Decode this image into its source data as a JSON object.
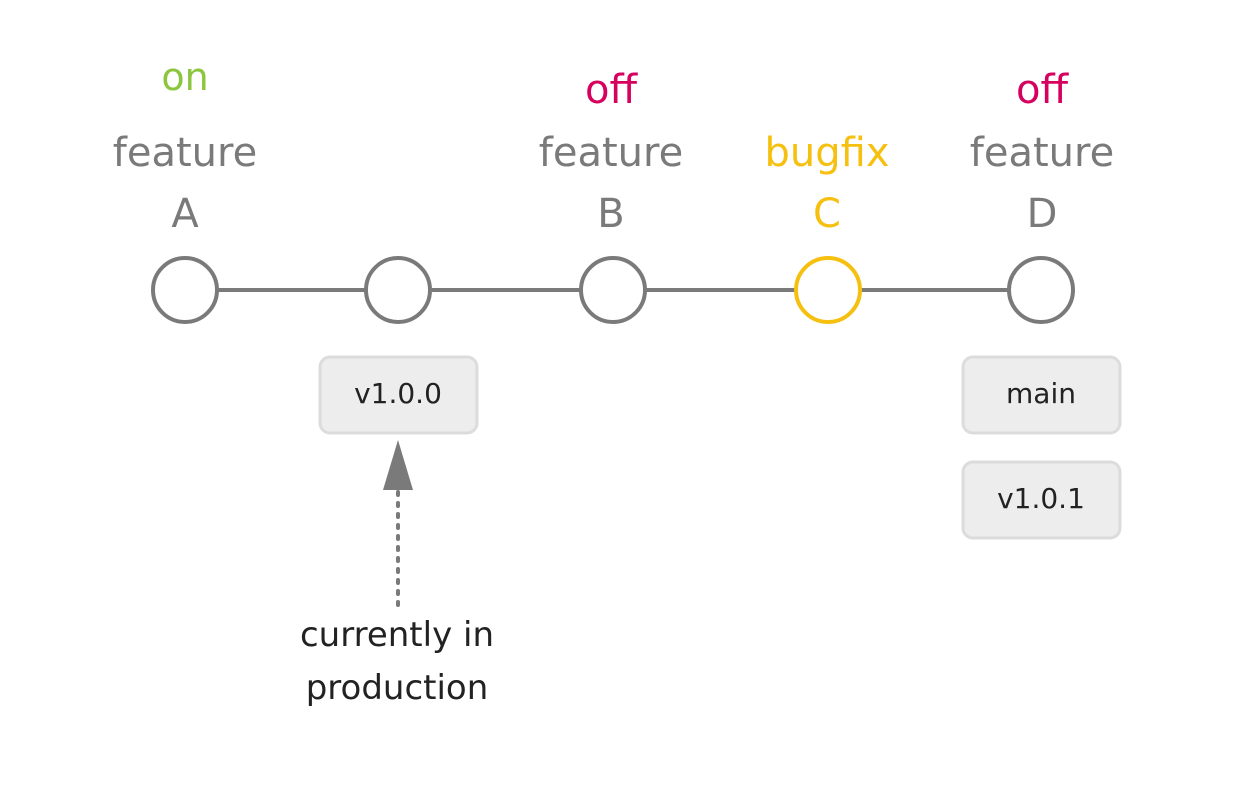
{
  "colors": {
    "status_on": "#8cc63f",
    "status_off": "#d6005f",
    "bugfix": "#f5c010",
    "neutral": "#7a7a7a",
    "tag_bg": "#ededed",
    "tag_border": "#dcdcdc",
    "text_dark": "#222222"
  },
  "commits": [
    {
      "status": "on",
      "kind": "feature",
      "letter": "A"
    },
    {
      "status": "",
      "kind": "",
      "letter": ""
    },
    {
      "status": "off",
      "kind": "feature",
      "letter": "B"
    },
    {
      "status": "",
      "kind": "bugfix",
      "letter": "C"
    },
    {
      "status": "off",
      "kind": "feature",
      "letter": "D"
    }
  ],
  "tags": {
    "release_old": "v1.0.0",
    "branch_main": "main",
    "release_new": "v1.0.1"
  },
  "annotation": {
    "line1": "currently in",
    "line2": "production"
  }
}
